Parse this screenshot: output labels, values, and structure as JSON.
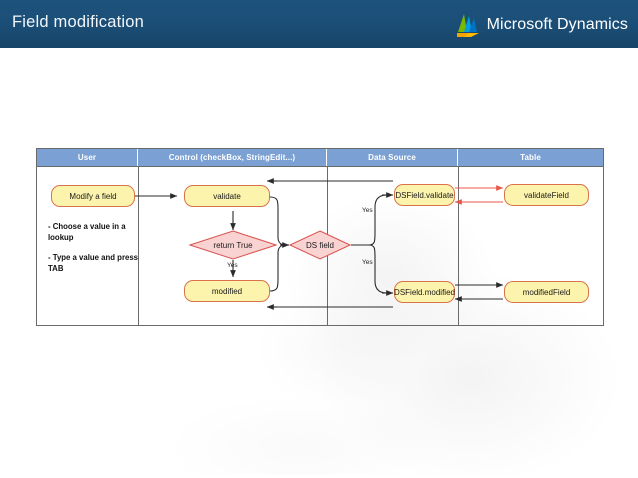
{
  "header": {
    "title": "Field modification",
    "brand": "Microsoft Dynamics",
    "brand_icon": "dynamics-logo-icon",
    "bg_color": "#1b4f78",
    "text_color": "#f2f6fa"
  },
  "diagram": {
    "type": "swimlane-flowchart",
    "header_fill": "#7aa0d4",
    "header_text_color": "#ffffff",
    "node_fill": "#fcf3ad",
    "node_border": "#d9744a",
    "decision_fill": "#f9d2d2",
    "decision_border": "#d9534f",
    "arrow_color": "#2b2b2b",
    "accent_arrow_color": "#e8574a",
    "border_color": "#6a6a6a",
    "columns": [
      {
        "label": "User"
      },
      {
        "label": "Control (checkBox, StringEdit...)"
      },
      {
        "label": "Data Source"
      },
      {
        "label": "Table"
      }
    ],
    "user_notes": [
      "- Choose a value in a lookup",
      "- Type a value and press TAB"
    ],
    "nodes": [
      {
        "id": "modify-a-field",
        "label": "Modify a field",
        "shape": "rounded",
        "lane": "User"
      },
      {
        "id": "validate",
        "label": "validate",
        "shape": "rounded",
        "lane": "Control"
      },
      {
        "id": "return-true",
        "label": "return True",
        "shape": "diamond",
        "lane": "Control"
      },
      {
        "id": "modified",
        "label": "modified",
        "shape": "rounded",
        "lane": "Control"
      },
      {
        "id": "ds-field",
        "label": "DS field",
        "shape": "diamond",
        "lane": "Control"
      },
      {
        "id": "dsfield-validate",
        "label": "DSField.validate",
        "shape": "rounded",
        "lane": "Data Source"
      },
      {
        "id": "dsfield-modified",
        "label": "DSField.modified",
        "shape": "rounded",
        "lane": "Data Source"
      },
      {
        "id": "validatefield",
        "label": "validateField",
        "shape": "rounded",
        "lane": "Table"
      },
      {
        "id": "modifiedfield",
        "label": "modifiedField",
        "shape": "rounded",
        "lane": "Table"
      }
    ],
    "edge_labels": [
      {
        "id": "yes-validate",
        "label": "Yes"
      },
      {
        "id": "yes-modified",
        "label": "Yes"
      },
      {
        "id": "yes-return-true",
        "label": "Yes"
      }
    ]
  }
}
